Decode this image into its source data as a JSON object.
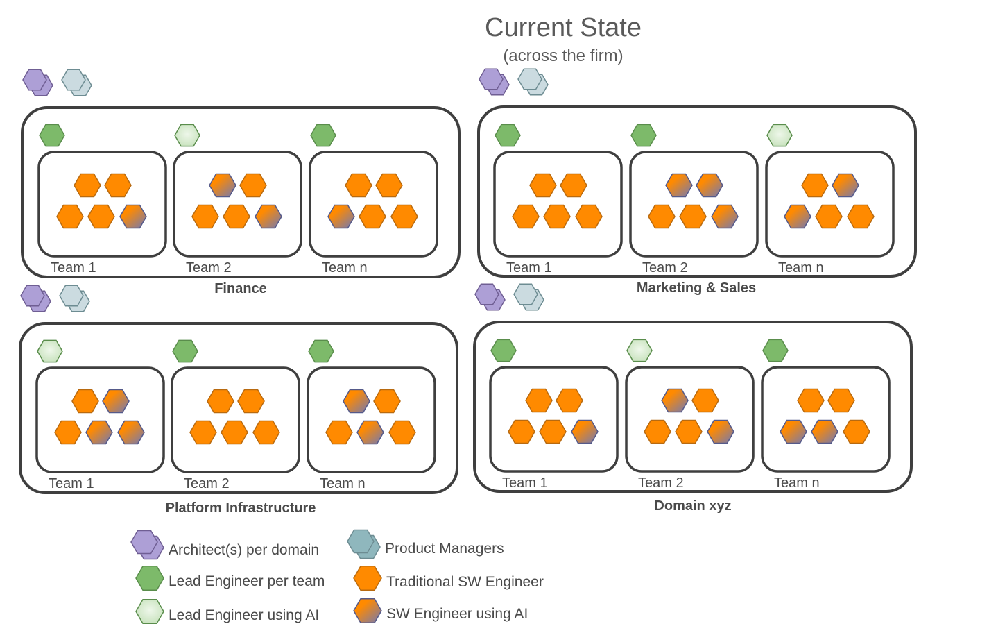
{
  "title": "Current State",
  "subtitle": "(across the firm)",
  "colors": {
    "architect": "#ad9fd6",
    "product_manager": "#cbdbe0",
    "product_manager_legend": "#8fb7bd",
    "lead_engineer": "#7dba6a",
    "lead_engineer_ai": "#c7e2bc",
    "traditional_engineer": "#ff8a00",
    "ai_engineer_from": "#ff8a00",
    "ai_engineer_to": "#6f79b8",
    "border": "#3f3f3f"
  },
  "domains": [
    {
      "name": "Finance",
      "teams": [
        {
          "label": "Team 1",
          "lead": "lead_engineer",
          "members": [
            "trad",
            "trad",
            "trad",
            "trad",
            "ai"
          ]
        },
        {
          "label": "Team 2",
          "lead": "lead_engineer_ai",
          "members": [
            "ai",
            "trad",
            "trad",
            "trad",
            "ai"
          ]
        },
        {
          "label": "Team n",
          "lead": "lead_engineer",
          "members": [
            "trad",
            "trad",
            "ai",
            "trad",
            "trad"
          ]
        }
      ]
    },
    {
      "name": "Marketing & Sales",
      "teams": [
        {
          "label": "Team 1",
          "lead": "lead_engineer",
          "members": [
            "trad",
            "trad",
            "trad",
            "trad",
            "trad"
          ]
        },
        {
          "label": "Team 2",
          "lead": "lead_engineer",
          "members": [
            "ai",
            "ai",
            "trad",
            "trad",
            "ai"
          ]
        },
        {
          "label": "Team n",
          "lead": "lead_engineer_ai",
          "members": [
            "trad",
            "ai",
            "ai",
            "trad",
            "trad"
          ]
        }
      ]
    },
    {
      "name": "Platform Infrastructure",
      "teams": [
        {
          "label": "Team 1",
          "lead": "lead_engineer_ai",
          "members": [
            "trad",
            "ai",
            "trad",
            "ai",
            "ai"
          ]
        },
        {
          "label": "Team 2",
          "lead": "lead_engineer",
          "members": [
            "trad",
            "trad",
            "trad",
            "trad",
            "trad"
          ]
        },
        {
          "label": "Team n",
          "lead": "lead_engineer",
          "members": [
            "ai",
            "trad",
            "trad",
            "ai",
            "trad"
          ]
        }
      ]
    },
    {
      "name": "Domain xyz",
      "teams": [
        {
          "label": "Team 1",
          "lead": "lead_engineer",
          "members": [
            "trad",
            "trad",
            "trad",
            "trad",
            "ai"
          ]
        },
        {
          "label": "Team 2",
          "lead": "lead_engineer_ai",
          "members": [
            "ai",
            "trad",
            "trad",
            "trad",
            "ai"
          ]
        },
        {
          "label": "Team n",
          "lead": "lead_engineer",
          "members": [
            "trad",
            "trad",
            "ai",
            "ai",
            "trad"
          ]
        }
      ]
    }
  ],
  "legend": [
    {
      "label": "Architect(s) per domain",
      "icon": "architect-icon"
    },
    {
      "label": "Lead Engineer per team",
      "icon": "lead-engineer-icon"
    },
    {
      "label": "Lead Engineer using AI",
      "icon": "lead-engineer-ai-icon"
    },
    {
      "label": "Product Managers",
      "icon": "product-manager-icon"
    },
    {
      "label": "Traditional SW Engineer",
      "icon": "traditional-engineer-icon"
    },
    {
      "label": "SW Engineer using AI",
      "icon": "ai-engineer-icon"
    }
  ]
}
